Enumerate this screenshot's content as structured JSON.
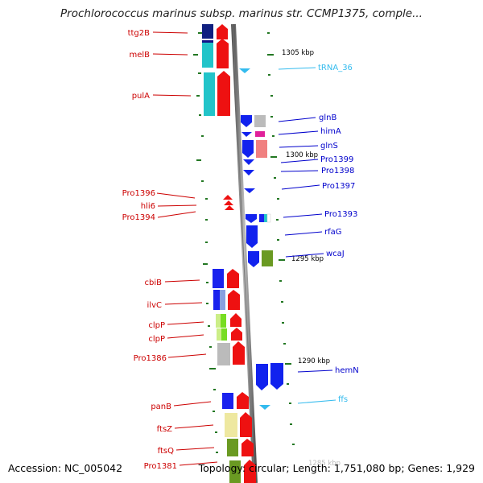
{
  "title": "Prochlorococcus marinus subsp. marinus str. CCMP1375, comple...",
  "footer": {
    "accession": "Accession: NC_005042",
    "topology": "Topology: circular; Length: 1,751,080 bp; Genes: 1,929"
  },
  "scale_labels": [
    "1305 kbp",
    "1300 kbp",
    "1295 kbp",
    "1290 kbp",
    "1285 kbp"
  ],
  "left_genes": [
    "ttg2B",
    "melB",
    "pulA",
    "Pro1396",
    "hli6",
    "Pro1394",
    "cbiB",
    "ilvC",
    "clpP",
    "clpP",
    "Pro1386",
    "panB",
    "ftsZ",
    "ftsQ",
    "Pro1381"
  ],
  "right_genes": [
    "glnB",
    "himA",
    "glnS",
    "Pro1399",
    "Pro1398",
    "Pro1397",
    "Pro1393",
    "rfaG",
    "wcaJ",
    "hemN"
  ],
  "rna_genes": [
    "tRNA_36",
    "ffs"
  ],
  "colors": {
    "left_label": "#cc0000",
    "right_label": "#0000cc",
    "rna_label": "#33bbee",
    "red_arrow": "#ee1111",
    "blue_arrow": "#1122ee",
    "backbone": "#888888",
    "tick": "#227722"
  }
}
